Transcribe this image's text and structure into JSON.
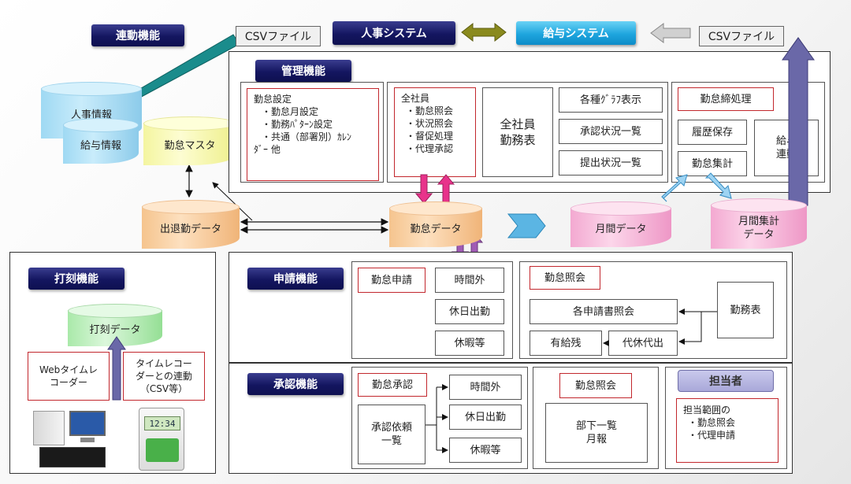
{
  "top": {
    "renkei_label": "連動機能",
    "csv_left": "CSVファイル",
    "jinji_system": "人事システム",
    "kyuyo_system": "給与システム",
    "csv_right": "CSVファイル"
  },
  "databases": {
    "jinji": "人事情報",
    "kyuyo": "給与情報",
    "kintai_master": "勤怠マスタ",
    "shuttaikin": "出退勤データ",
    "kintai_data": "勤怠データ",
    "getsukan": "月間データ",
    "getsukan_shukei": "月間集計\nデータ",
    "dakoku": "打刻データ"
  },
  "kanri": {
    "label": "管理機能",
    "settings": [
      "勤怠設定",
      "・勤怠月設定",
      "・勤務ﾊﾟﾀｰﾝ設定",
      "・共通（部署別）ｶﾚﾝ",
      "ﾀﾞｰ 他"
    ],
    "all_staff": [
      "全社員",
      "・勤怠照会",
      "・状況照会",
      "・督促処理",
      "・代理承認"
    ],
    "zenshain_kinmuhyo": "全社員\n勤務表",
    "graph": "各種ｸﾞﾗﾌ表示",
    "shonin_jokyo": "承認状況一覧",
    "teishutsu_jokyo": "提出状況一覧",
    "shime": "勤怠締処理",
    "rireki": "履歴保存",
    "shukei": "勤怠集計",
    "kyuyo_renkei": "給与\n連動"
  },
  "dakoku_section": {
    "label": "打刻機能",
    "web_recorder": "Webタイムレ\nコーダー",
    "timerecorder": "タイムレコー\nダーとの連動\n（CSV等）",
    "clock_display": "12:34"
  },
  "shinsei": {
    "label": "申請機能",
    "request": "勤怠申請",
    "items": [
      "時間外",
      "休日出勤",
      "休暇等"
    ],
    "shokai": "勤怠照会",
    "kaku_shinsei": "各申請書照会",
    "yukyu": "有給残",
    "daikyu": "代休代出",
    "kinmuhyo": "勤務表"
  },
  "shonin": {
    "label": "承認機能",
    "approve": "勤怠承認",
    "irai": "承認依頼\n一覧",
    "items": [
      "時間外",
      "休日出勤",
      "休暇等"
    ],
    "shokai": "勤怠照会",
    "buka": "部下一覧\n月報",
    "tanto_label": "担当者",
    "tanto_items": [
      "担当範囲の",
      "・勤怠照会",
      "・代理申請"
    ]
  }
}
